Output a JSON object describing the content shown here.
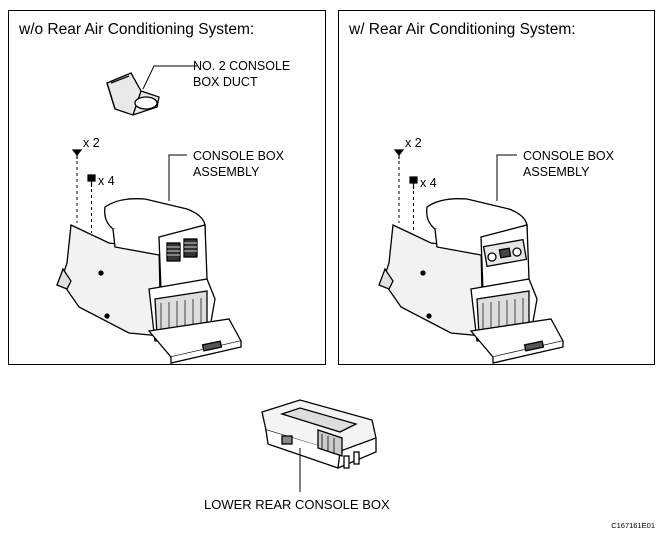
{
  "panels": {
    "left": {
      "title": "w/o Rear Air Conditioning System:",
      "duct_label_line1": "NO. 2 CONSOLE",
      "duct_label_line2": "BOX DUCT",
      "console_label_line1": "CONSOLE BOX",
      "console_label_line2": "ASSEMBLY",
      "screw_qty": "x 2",
      "bolt_qty": "x 4"
    },
    "right": {
      "title": "w/ Rear Air Conditioning System:",
      "console_label_line1": "CONSOLE BOX",
      "console_label_line2": "ASSEMBLY",
      "screw_qty": "x 2",
      "bolt_qty": "x 4"
    }
  },
  "bottom": {
    "label": "LOWER REAR CONSOLE BOX"
  },
  "figure_code": "C167161E01"
}
